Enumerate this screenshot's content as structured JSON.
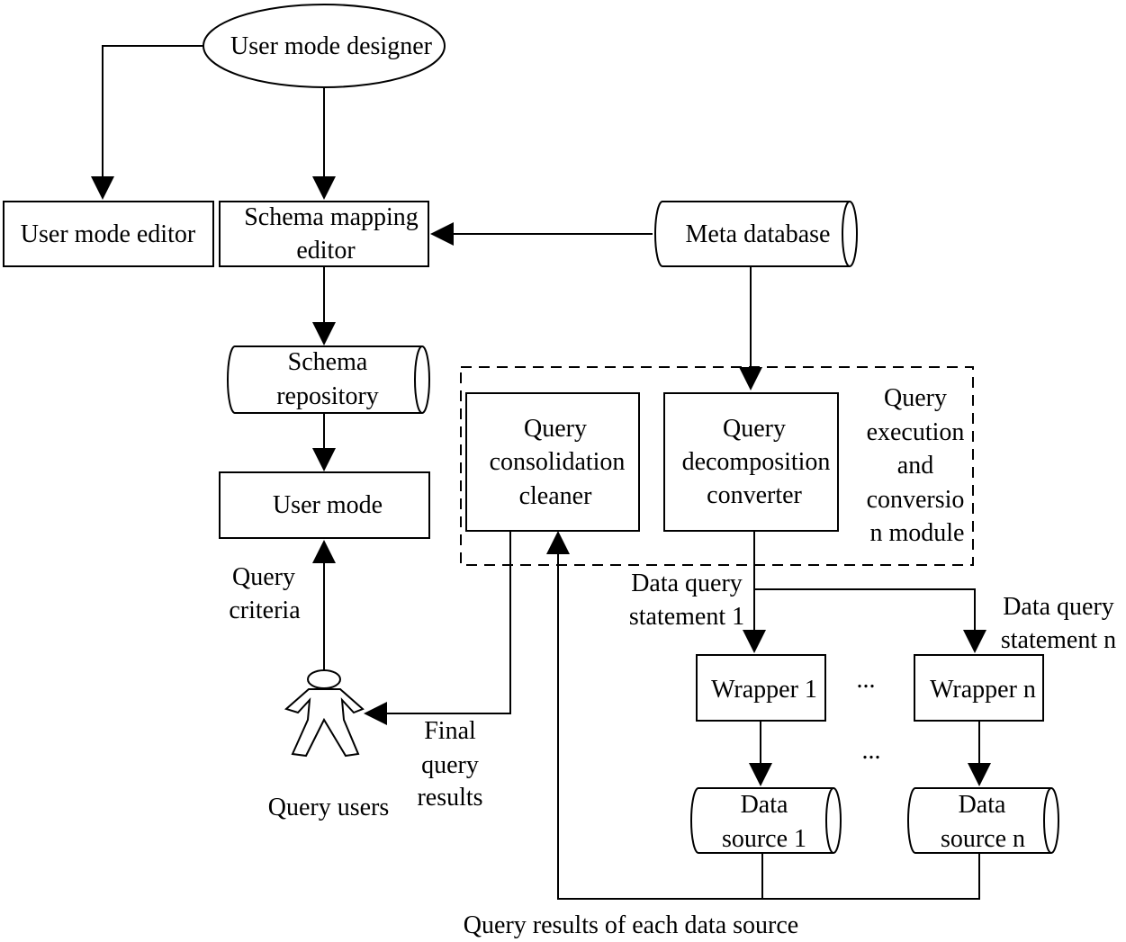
{
  "nodes": {
    "user_mode_designer": "User mode designer",
    "user_mode_editor": "User mode editor",
    "schema_mapping_editor": [
      "Schema mapping",
      "editor"
    ],
    "meta_database": "Meta database",
    "schema_repository": [
      "Schema",
      "repository"
    ],
    "user_mode": "User mode",
    "query_consolidation_cleaner": [
      "Query",
      "consolidation",
      "cleaner"
    ],
    "query_decomposition_converter": [
      "Query",
      "decomposition",
      "converter"
    ],
    "query_execution_module": [
      "Query",
      "execution",
      "and",
      "conversio",
      "n module"
    ],
    "wrapper_1": "Wrapper 1",
    "wrapper_n": "Wrapper n",
    "data_source_1": [
      "Data",
      "source 1"
    ],
    "data_source_n": [
      "Data",
      "source n"
    ],
    "query_users": "Query users",
    "ellipsis": "..."
  },
  "edge_labels": {
    "query_criteria": [
      "Query",
      "criteria"
    ],
    "final_query_results": [
      "Final",
      "query",
      "results"
    ],
    "data_query_statement_1": [
      "Data query",
      "statement 1"
    ],
    "data_query_statement_n": [
      "Data query",
      "statement n"
    ],
    "query_results_each_source": "Query results of each data source"
  }
}
